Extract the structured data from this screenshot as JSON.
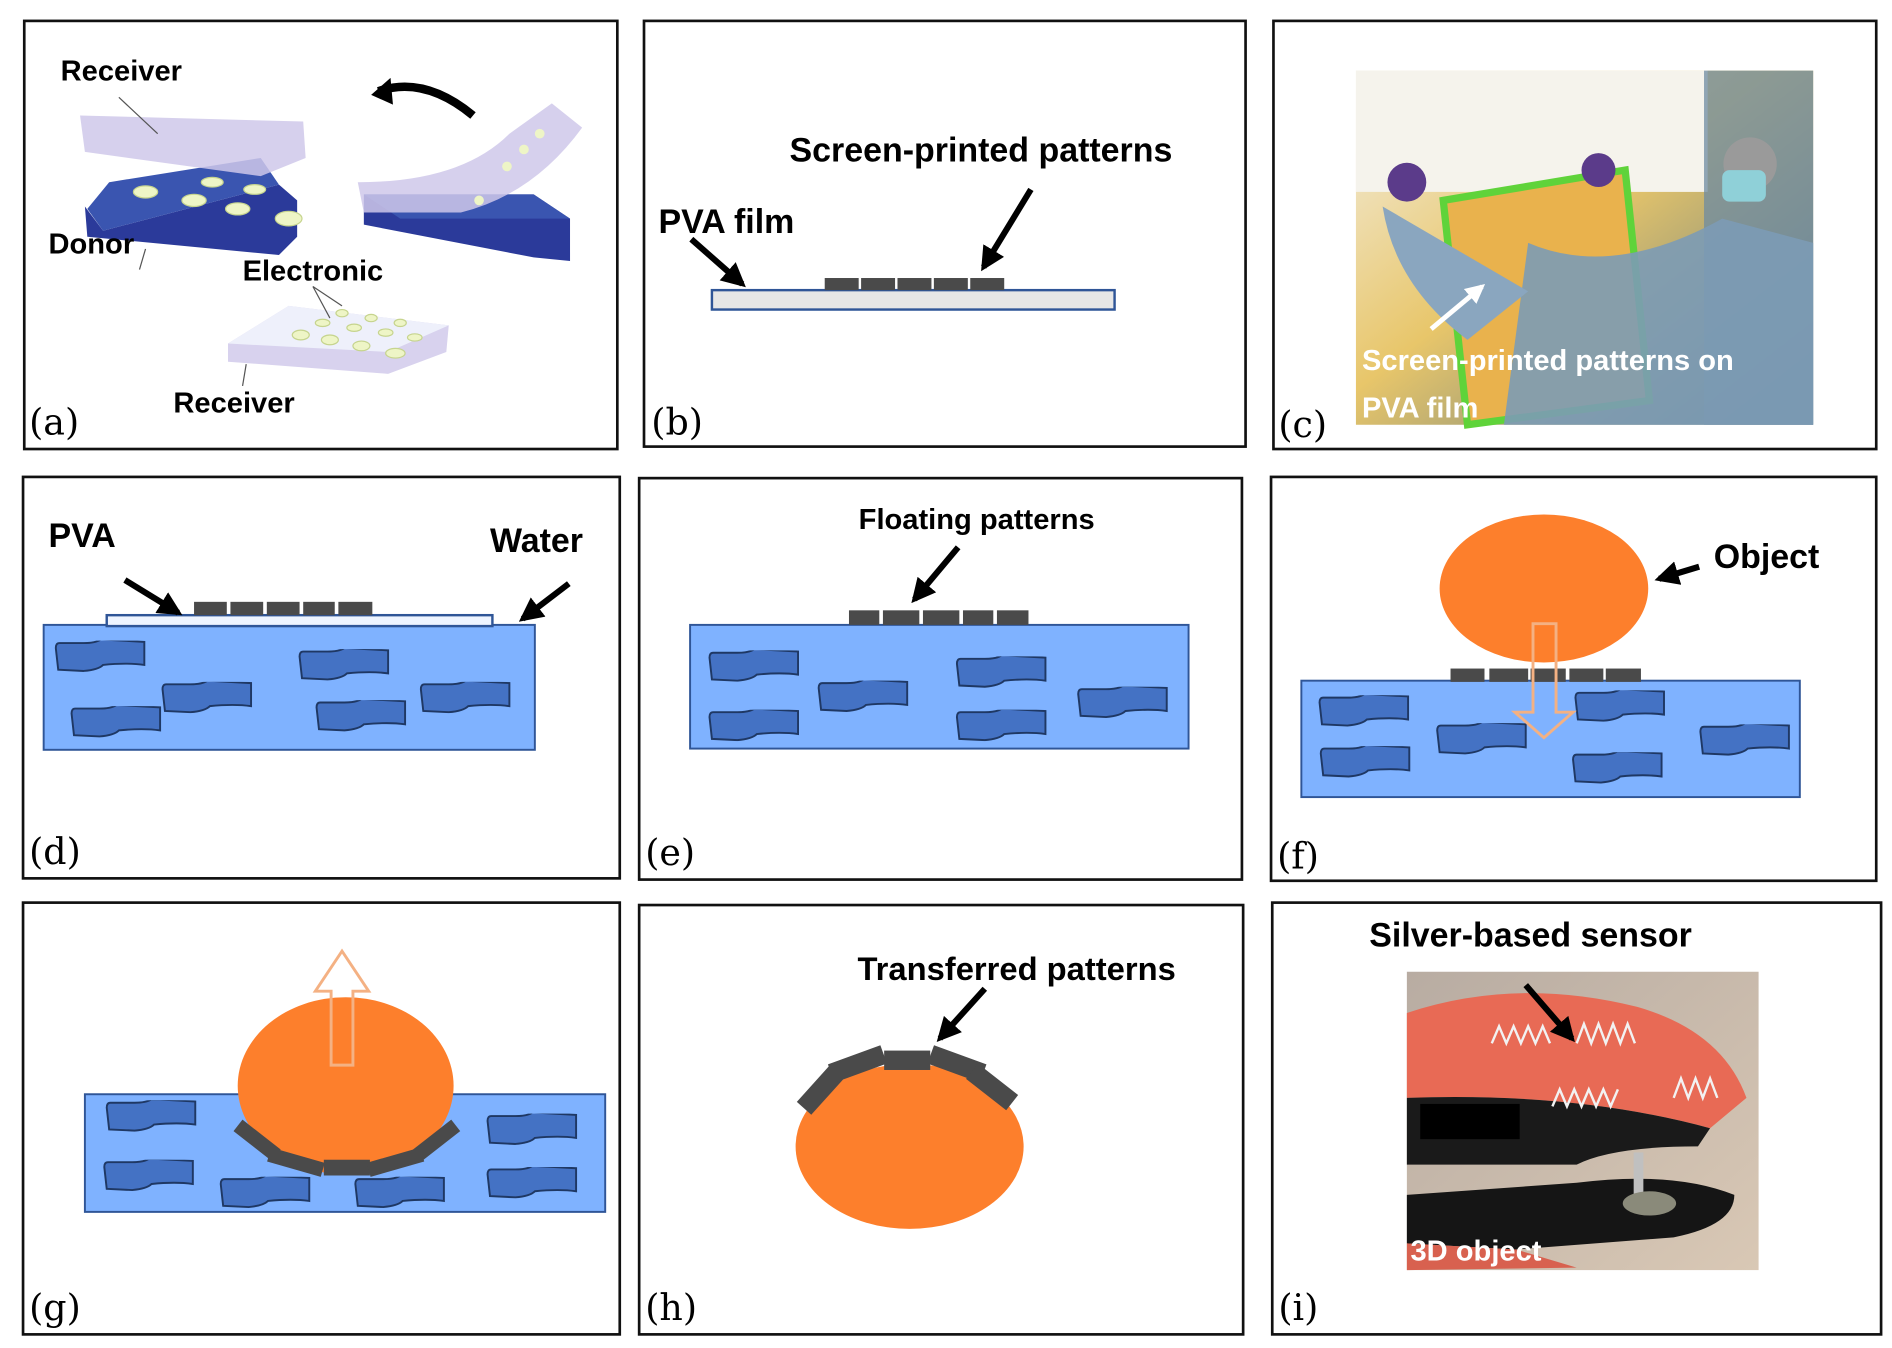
{
  "figure": {
    "panels": [
      {
        "id": "a",
        "tag": "(a)",
        "labels": {
          "receiver_top": "Receiver",
          "donor": "Donor",
          "electronic": "Electronic",
          "receiver_bottom": "Receiver"
        }
      },
      {
        "id": "b",
        "tag": "(b)",
        "labels": {
          "patterns": "Screen-printed patterns",
          "film": "PVA film"
        }
      },
      {
        "id": "c",
        "tag": "(c)",
        "labels": {
          "caption_line1": "Screen-printed patterns on",
          "caption_line2": "PVA film"
        }
      },
      {
        "id": "d",
        "tag": "(d)",
        "labels": {
          "pva": "PVA",
          "water": "Water"
        }
      },
      {
        "id": "e",
        "tag": "(e)",
        "labels": {
          "floating": "Floating patterns"
        }
      },
      {
        "id": "f",
        "tag": "(f)",
        "labels": {
          "object": "Object"
        }
      },
      {
        "id": "g",
        "tag": "(g)",
        "labels": {}
      },
      {
        "id": "h",
        "tag": "(h)",
        "labels": {
          "transferred": "Transferred patterns"
        }
      },
      {
        "id": "i",
        "tag": "(i)",
        "labels": {
          "sensor": "Silver-based sensor",
          "object3d": "3D object"
        }
      }
    ]
  },
  "colors": {
    "water": "#7fb2ff",
    "wave": "#4472c4",
    "pattern": "#4a4a4a",
    "object": "#fd7f2c",
    "donor": "#2e3f9e",
    "receiver": "#cfc8ea"
  }
}
